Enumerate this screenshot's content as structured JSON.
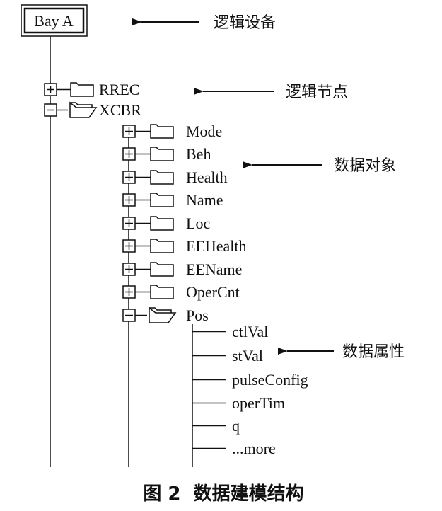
{
  "logical_device": {
    "label": "Bay A"
  },
  "logical_nodes": [
    {
      "label": "RREC",
      "expand": "+"
    },
    {
      "label": "XCBR",
      "expand": "-"
    }
  ],
  "data_objects": [
    {
      "label": "Mode",
      "expand": "+"
    },
    {
      "label": "Beh",
      "expand": "+"
    },
    {
      "label": "Health",
      "expand": "+"
    },
    {
      "label": "Name",
      "expand": "+"
    },
    {
      "label": "Loc",
      "expand": "+"
    },
    {
      "label": "EEHealth",
      "expand": "+"
    },
    {
      "label": "EEName",
      "expand": "+"
    },
    {
      "label": "OperCnt",
      "expand": "+"
    },
    {
      "label": "Pos",
      "expand": "-"
    }
  ],
  "data_attributes": [
    {
      "label": "ctlVal"
    },
    {
      "label": "stVal"
    },
    {
      "label": "pulseConfig"
    },
    {
      "label": "operTim"
    },
    {
      "label": "q"
    },
    {
      "label": "...more"
    }
  ],
  "annotations": {
    "logical_device": "逻辑设备",
    "logical_node": "逻辑节点",
    "data_object": "数据对象",
    "data_attribute": "数据属性"
  },
  "caption": "图 2  数据建模结构"
}
